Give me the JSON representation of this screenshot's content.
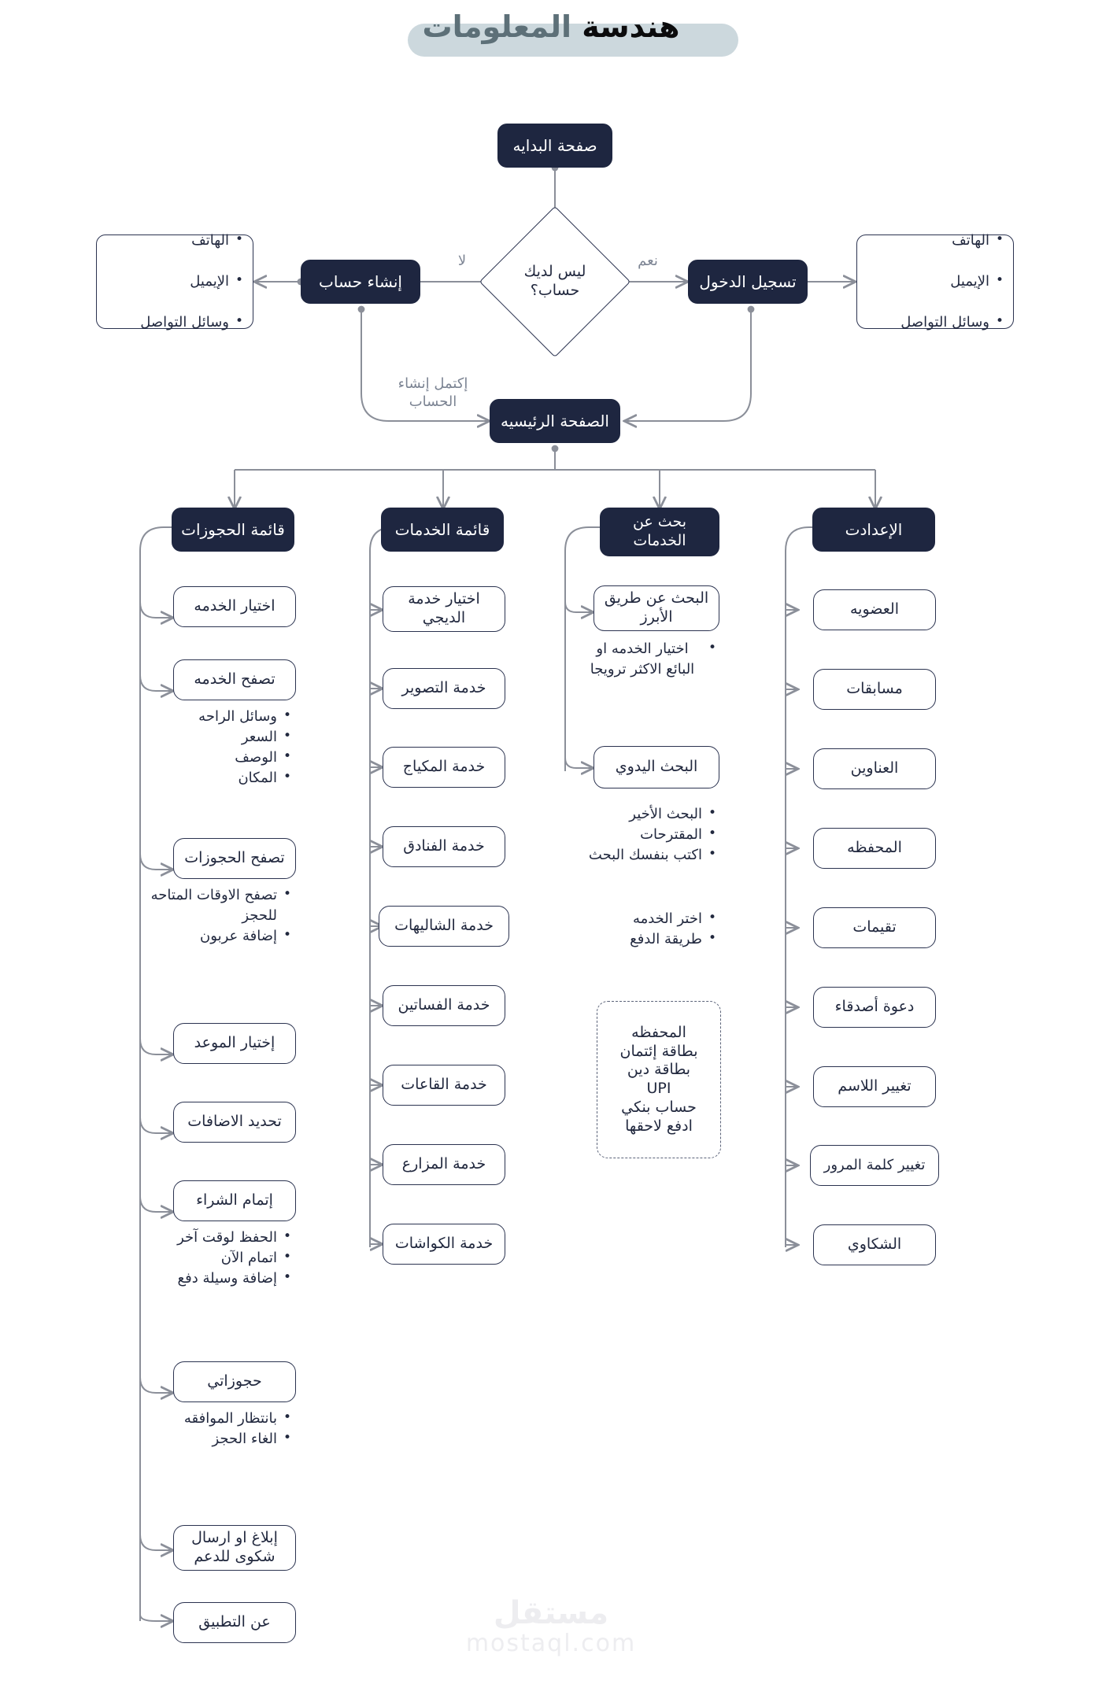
{
  "title": {
    "part1": "هندسة",
    "part2": "المعلومات"
  },
  "watermark": {
    "arabic": "مستقل",
    "latin": "mostaql.com"
  },
  "colors": {
    "dark_node": "#1e2640",
    "node_border": "#2b3350",
    "edge": "#8b8f99",
    "title_highlight": "#ccd8dd",
    "title_accent": "#5d7078",
    "text": "#22293f"
  },
  "flow": {
    "start": "صفحة البدايه",
    "decision": "ليس لديك\nحساب؟",
    "label_no": "لا",
    "label_yes": "نعم",
    "create_account": "إنشاء حساب",
    "login": "تسجيل الدخول",
    "account_created_label": "إكتمل إنشاء\nالحساب",
    "home": "الصفحة الرئيسيه",
    "contact_left": [
      "الهاتف",
      "الإيميل",
      "وسائل التواصل"
    ],
    "contact_right": [
      "الهاتف",
      "الإيميل",
      "وسائل التواصل"
    ]
  },
  "columns": [
    {
      "header": "قائمة الحجوزات",
      "items": [
        {
          "label": "اختيار الخدمه"
        },
        {
          "label": "تصفح الخدمه",
          "bullets": [
            "وسائل الراحه",
            "السعر",
            "الوصف",
            "المكان"
          ]
        },
        {
          "label": "تصفح الحجوزات",
          "bullets": [
            "تصفح الاوقات المتاحه للحجز",
            "إضافة عربون"
          ]
        },
        {
          "label": "إختيار الموعد"
        },
        {
          "label": "تحديد الاضافات"
        },
        {
          "label": "إتمام الشراء",
          "bullets": [
            "الحفظ لوقت آخر",
            "اتمام الآن",
            "إضافة وسيلة دفع"
          ]
        },
        {
          "label": "حجوزاتي",
          "bullets": [
            "بانتظار الموافقه",
            "الغاء الحجز"
          ]
        },
        {
          "label": "إبلاغ او ارسال\nشكوى للدعم"
        },
        {
          "label": "عن التطبيق"
        }
      ]
    },
    {
      "header": "قائمة الخدمات",
      "items": [
        {
          "label": "اختيار خدمة\nالديجي"
        },
        {
          "label": "خدمة التصوير"
        },
        {
          "label": "خدمة المكياج"
        },
        {
          "label": "خدمة الفنادق"
        },
        {
          "label": "خدمة الشاليهات"
        },
        {
          "label": "خدمة الفساتين"
        },
        {
          "label": "خدمة القاعات"
        },
        {
          "label": "خدمة المزارع"
        },
        {
          "label": "خدمة الكواشات"
        }
      ]
    },
    {
      "header": "بحث عن\nالخدمات",
      "items": [
        {
          "label": "البحث عن طريق\nالأبرز",
          "bullets": [
            "اختيار الخدمه او البائع الاكثر ترويجا"
          ]
        },
        {
          "label": "البحث اليدوي",
          "bullets": [
            "البحث الأخير",
            "المقترحات",
            "اكتب بنفسك البحث"
          ]
        }
      ],
      "extra_bullets": [
        "اختر الخدمه",
        "طريقة الدفع"
      ],
      "payment_box": "المحفظه\nبطاقة إئتمان\nبطاقة دين\nUPI\nحساب بنكي\nادفع لاحقها"
    },
    {
      "header": "الإعدادت",
      "items": [
        {
          "label": "العضويه"
        },
        {
          "label": "مسابقات"
        },
        {
          "label": "العناوين"
        },
        {
          "label": "المحفظه"
        },
        {
          "label": "تقيمات"
        },
        {
          "label": "دعوة أصدقاء"
        },
        {
          "label": "تغيير اللاسم"
        },
        {
          "label": "تغيير كلمة المرور"
        },
        {
          "label": "الشكاوي"
        }
      ]
    }
  ]
}
